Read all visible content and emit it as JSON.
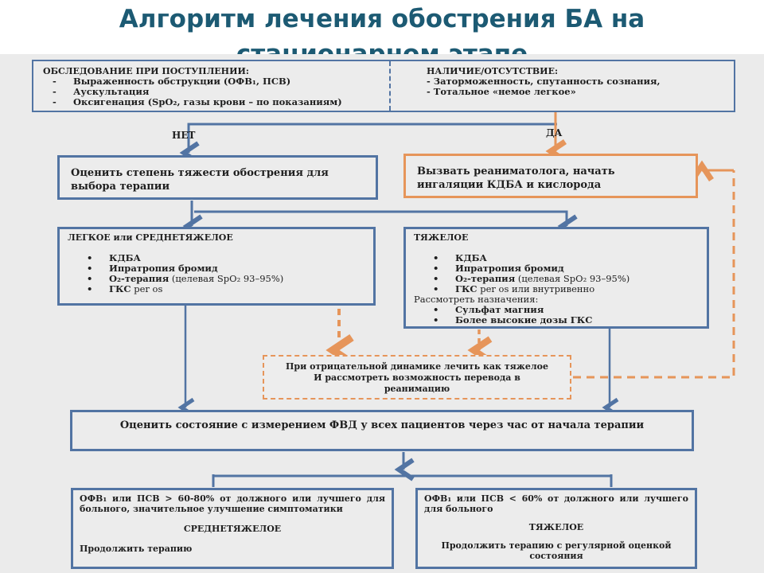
{
  "title": {
    "line1": "Алгоритм лечения обострения БА на",
    "line2": "стационарном этапе"
  },
  "colors": {
    "title": "#1c5a73",
    "blue_border": "#5274a3",
    "orange_border": "#e6955a",
    "background": "#ebebeb"
  },
  "exam_box": {
    "left": {
      "heading": "ОБСЛЕДОВАНИЕ ПРИ ПОСТУПЛЕНИИ:",
      "items": [
        "Выраженность обструкции (ОФВ₁, ПСВ)",
        "Аускультация",
        "Оксигенация (SpO₂, газы крови – по показаниям)"
      ]
    },
    "right": {
      "heading": "НАЛИЧИЕ/ОТСУТСТВИЕ:",
      "items": [
        "- Заторможенность, спутанность сознания,",
        "- Тотальное «немое легкое»"
      ]
    }
  },
  "labels": {
    "no": "НЕТ",
    "yes": "ДА"
  },
  "assess_box": {
    "text": "Оценить степень тяжести обострения для выбора терапии"
  },
  "icu_box": {
    "text": "Вызвать реаниматолога, начать ингаляции КДБА и кислорода"
  },
  "mild_box": {
    "heading": "ЛЕГКОЕ или СРЕДНЕТЯЖЕЛОЕ",
    "items": [
      {
        "bold": "КДБА",
        "normal": ""
      },
      {
        "bold": "Ипратропия бромид",
        "normal": ""
      },
      {
        "bold": "O₂-терапия",
        "normal": " (целевая SpO₂ 93–95%)"
      },
      {
        "bold": "ГКС",
        "normal": " per os"
      }
    ]
  },
  "severe_box": {
    "heading": "ТЯЖЕЛОЕ",
    "items": [
      {
        "bold": "КДБА",
        "normal": ""
      },
      {
        "bold": "Ипратропия бромид",
        "normal": ""
      },
      {
        "bold": "O₂-терапия",
        "normal": " (целевая SpO₂ 93–95%)"
      },
      {
        "bold": "ГКС",
        "normal": " per os или внутривенно"
      }
    ],
    "consider_label": "Рассмотреть назначения:",
    "consider_items": [
      "Сульфат магния",
      "Более высокие дозы ГКС"
    ]
  },
  "negative_box": {
    "text": "При отрицательной динамике лечить как тяжелое И рассмотреть возможность перевода в реанимацию"
  },
  "evaluate_box": {
    "text": "Оценить состояние с измерением ФВД у всех пациентов через час от начала терапии"
  },
  "outcome_moderate": {
    "criteria": "ОФВ₁ или ПСВ > 60-80% от должного или лучшего для больного, значительное улучшение симптоматики",
    "severity": "СРЕДНЕТЯЖЕЛОЕ",
    "action": "Продолжить терапию"
  },
  "outcome_severe": {
    "criteria": "ОФВ₁ или ПСВ < 60% от должного или лучшего для больного",
    "severity": "ТЯЖЕЛОЕ",
    "action": "Продолжить терапию с регулярной оценкой состояния"
  }
}
